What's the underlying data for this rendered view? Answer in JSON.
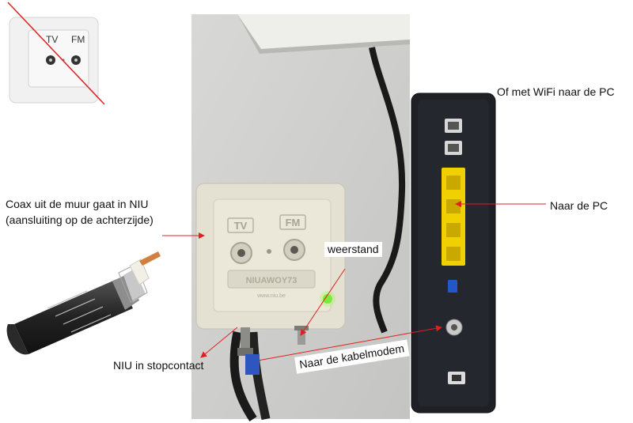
{
  "old_socket": {
    "tv_label": "TV",
    "fm_label": "FM"
  },
  "niu": {
    "tv_label": "TV",
    "fm_label": "FM",
    "brand": "NIUAWOY73",
    "sub": "www.niu.be"
  },
  "labels": {
    "coax": "Coax uit de muur gaat in NIU",
    "coax_sub": "(aansluiting op de achterzijde)",
    "wifi": "Of met WiFi naar de PC",
    "pc": "Naar de PC",
    "resistor": "weerstand",
    "niu_socket": "NIU in stopcontact",
    "modem": "Naar de kabelmodem"
  },
  "colors": {
    "arrow": "#e02020",
    "cross": "#e02020",
    "modem_ports": "#f0d000",
    "led": "#6adf2a"
  }
}
